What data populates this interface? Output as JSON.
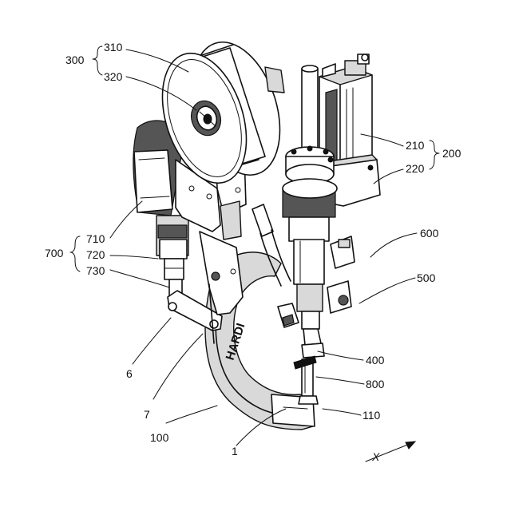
{
  "figure": {
    "labels": {
      "l300": "300",
      "l310": "310",
      "l320": "320",
      "l210": "210",
      "l200": "200",
      "l220": "220",
      "l700": "700",
      "l710": "710",
      "l720": "720",
      "l730": "730",
      "l600": "600",
      "l500": "500",
      "l400": "400",
      "l800": "800",
      "l110": "110",
      "l6": "6",
      "l7": "7",
      "l100": "100",
      "l1": "1",
      "axis_x": "X"
    },
    "frame_marking": "HARDI"
  }
}
